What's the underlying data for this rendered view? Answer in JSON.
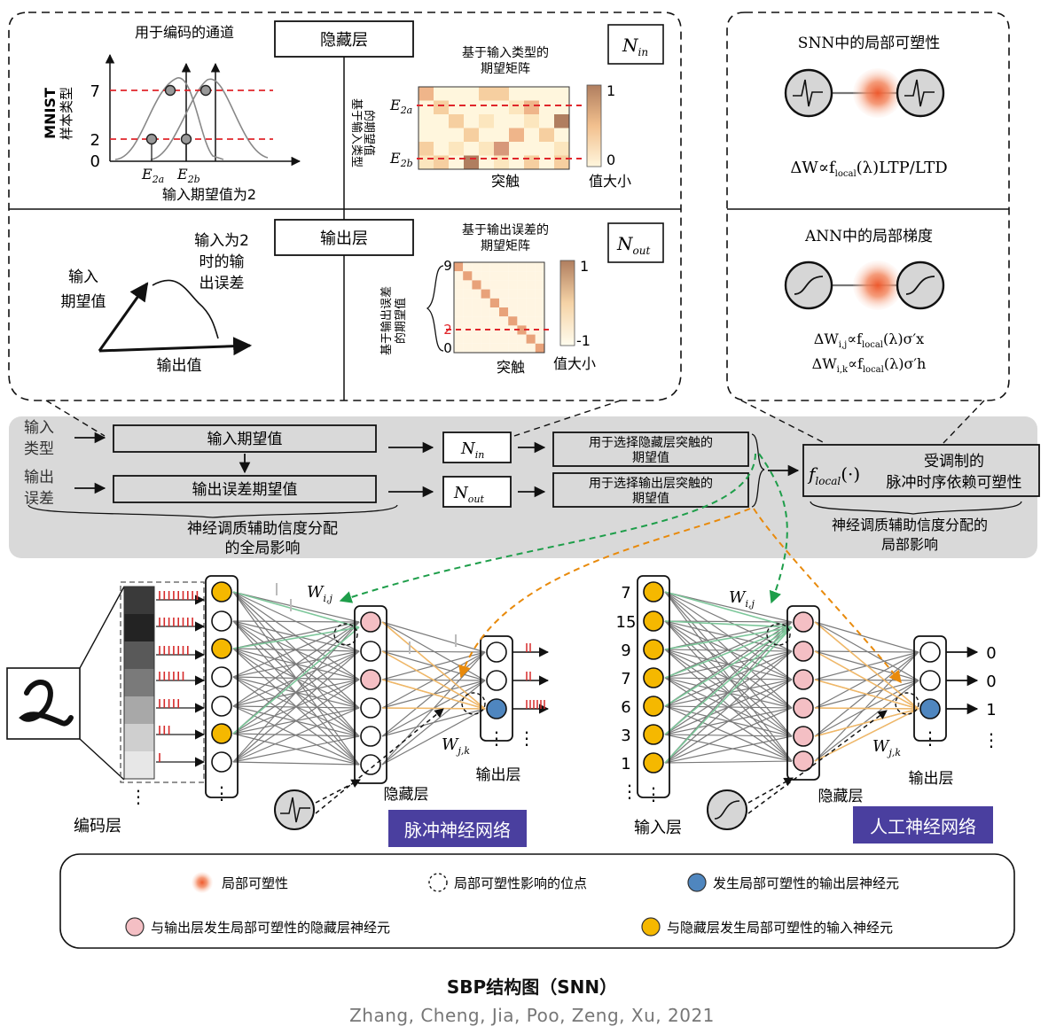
{
  "figure": {
    "title": "SBP结构图（SNN）",
    "authors": "Zhang, Cheng, Jia, Poo, Zeng, Xu, 2021"
  },
  "encoding_panel": {
    "channel_title": "用于编码的通道",
    "y_axis_label_1": "MNIST",
    "y_axis_label_2": "样本类型",
    "tick_7": "7",
    "tick_2": "2",
    "tick_0": "0",
    "e2a": "E",
    "e2a_sub": "2a",
    "e2b": "E",
    "e2b_sub": "2b",
    "x_caption": "输入期望值为2"
  },
  "hidden_label_box": "隐藏层",
  "output_label_box": "输出层",
  "nin_box": {
    "main": "N",
    "sub": "in"
  },
  "nout_box": {
    "main": "N",
    "sub": "out"
  },
  "matrix_in": {
    "title_1": "基于输入类型的",
    "title_2": "期望矩阵",
    "side_1": "基于输入类型",
    "side_2": "的期望值",
    "row_e2a": "E",
    "row_e2a_sub": "2a",
    "row_e2b": "E",
    "row_e2b_sub": "2b",
    "x_label": "突触",
    "cbar_max": "1",
    "cbar_min": "0",
    "cbar_label": "值大小"
  },
  "matrix_out": {
    "title_1": "基于输出误差的",
    "title_2": "期望矩阵",
    "side_1": "基于输出误差",
    "side_2": "的期望值",
    "tick_9": "9",
    "tick_2": "2",
    "tick_0": "0",
    "x_label": "突触",
    "cbar_max": "1",
    "cbar_min": "-1",
    "cbar_label": "值大小"
  },
  "error_panel": {
    "label_expect_1": "输入",
    "label_expect_2": "期望值",
    "label_err_1": "输入为2",
    "label_err_2": "时的输",
    "label_err_3": "出误差",
    "label_output": "输出值"
  },
  "snn_plasticity": {
    "title": "SNN中的局部可塑性",
    "formula": "ΔW∝f_local(λ)LTP/LTD"
  },
  "ann_gradient": {
    "title": "ANN中的局部梯度",
    "formula_1": "ΔW_i,j∝f_local(λ)σ′x",
    "formula_2": "ΔW_i,k∝f_local(λ)σ′h"
  },
  "flow": {
    "in_type_1": "输入",
    "in_type_2": "类型",
    "out_err_1": "输出",
    "out_err_2": "误差",
    "box_input_expect": "输入期望值",
    "box_output_expect": "输出误差期望值",
    "sel_hidden_1": "用于选择隐藏层突触的",
    "sel_hidden_2": "期望值",
    "sel_output_1": "用于选择输出层突触的",
    "sel_output_2": "期望值",
    "flocal_main": "f",
    "flocal_sub": "local",
    "flocal_dot": "(·)",
    "mod_1": "受调制的",
    "mod_2": "脉冲时序依赖可塑性",
    "global_1": "神经调质辅助信度分配",
    "global_2": "的全局影响",
    "local_1": "神经调质辅助信度分配的",
    "local_2": "局部影响"
  },
  "snn_net": {
    "wij": "W",
    "wij_sub": "i,j",
    "wjk": "W",
    "wjk_sub": "j,k",
    "hidden_label": "隐藏层",
    "output_label": "输出层",
    "encoding_label": "编码层",
    "net_badge": "脉冲神经网络",
    "ellipsis": "⋮"
  },
  "ann_net": {
    "inputs": [
      "7",
      "15",
      "9",
      "7",
      "6",
      "3",
      "1"
    ],
    "outputs": [
      "0",
      "0",
      "1"
    ],
    "wij": "W",
    "wij_sub": "i,j",
    "wjk": "W",
    "wjk_sub": "j,k",
    "hidden_label": "隐藏层",
    "output_label": "输出层",
    "input_label": "输入层",
    "net_badge": "人工神经网络",
    "ellipsis": "⋮"
  },
  "legend": {
    "local_plasticity": "局部可塑性",
    "site": "局部可塑性影响的位点",
    "output_neuron": "发生局部可塑性的输出层神经元",
    "hidden_neuron": "与输出层发生局部可塑性的隐藏层神经元",
    "input_neuron": "与隐藏层发生局部可塑性的输入神经元"
  },
  "colors": {
    "yellow_neuron": "#F5B800",
    "pink_neuron": "#F4BFC4",
    "blue_neuron": "#4F86BF",
    "green_arrow": "#1E9E4A",
    "orange_arrow": "#E88A0C",
    "badge": "#4A3F9F",
    "grey_panel": "#D9D9D9",
    "red_dash": "#E0262B"
  }
}
